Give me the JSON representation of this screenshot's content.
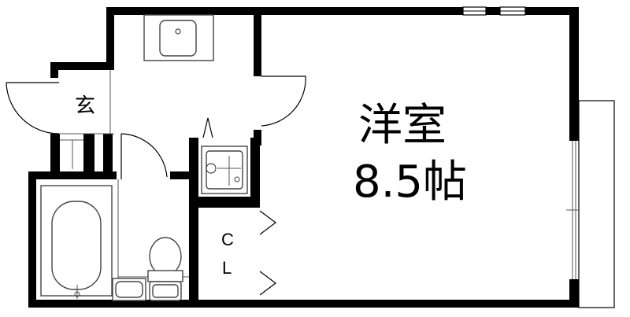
{
  "rooms": {
    "western_room": {
      "name": "洋室",
      "size": "8.5帖"
    },
    "entrance": {
      "name": "玄"
    },
    "closet": {
      "line1": "C",
      "line2": "L"
    }
  },
  "colors": {
    "wall": "#000000",
    "line": "#444444",
    "background": "#ffffff"
  }
}
